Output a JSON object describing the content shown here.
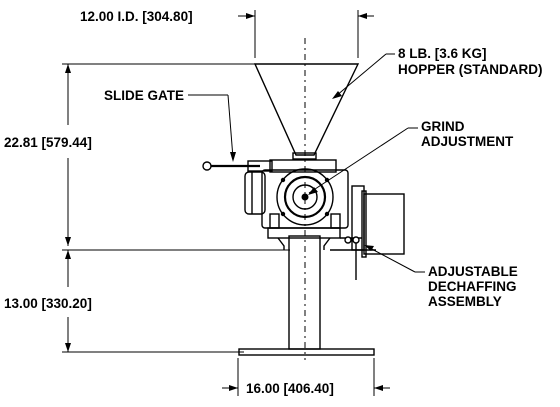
{
  "dimensions": {
    "top_opening": "12.00 I.D. [304.80]",
    "overall_height": "22.81 [579.44]",
    "stand_height": "13.00 [330.20]",
    "base_width": "16.00 [406.40]"
  },
  "callouts": {
    "slide_gate": "SLIDE GATE",
    "hopper_line1": "8 LB. [3.6 KG]",
    "hopper_line2": "HOPPER (STANDARD)",
    "grind_line1": "GRIND",
    "grind_line2": "ADJUSTMENT",
    "dechaff_line1": "ADJUSTABLE",
    "dechaff_line2": "DECHAFFING",
    "dechaff_line3": "ASSEMBLY"
  }
}
